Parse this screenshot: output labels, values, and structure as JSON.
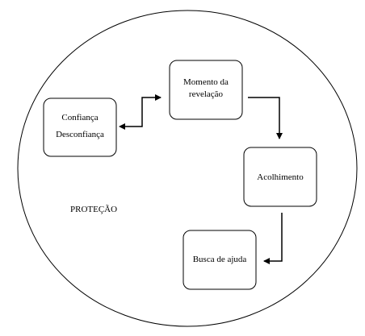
{
  "diagram": {
    "region_label": "PROTEÇÃO",
    "nodes": {
      "confianca": {
        "line1": "Confiança",
        "line2": "Desconfiança"
      },
      "momento": {
        "line1": "Momento da",
        "line2": "revelação"
      },
      "acolhimento": {
        "label": "Acolhimento"
      },
      "busca": {
        "label": "Busca de ajuda"
      }
    },
    "colors": {
      "stroke": "#000000",
      "fill": "#ffffff"
    }
  }
}
